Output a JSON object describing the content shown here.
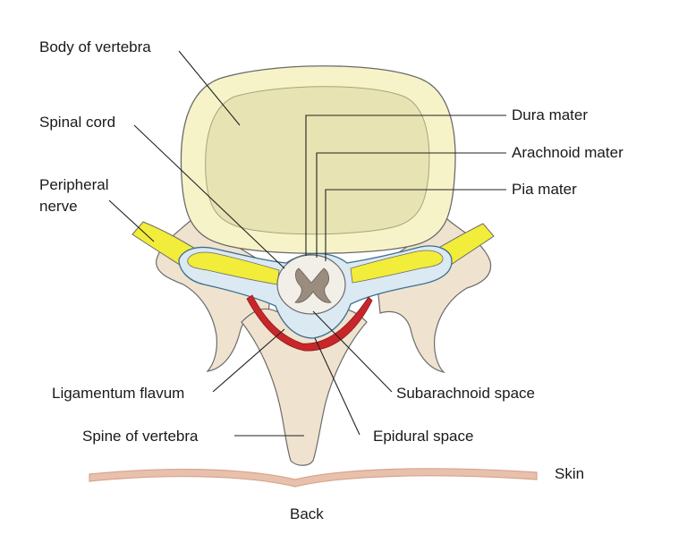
{
  "labels": {
    "body_of_vertebra": "Body of vertebra",
    "spinal_cord": "Spinal cord",
    "peripheral_nerve_line1": "Peripheral",
    "peripheral_nerve_line2": "nerve",
    "dura_mater": "Dura mater",
    "arachnoid_mater": "Arachnoid mater",
    "pia_mater": "Pia mater",
    "ligamentum_flavum": "Ligamentum flavum",
    "subarachnoid_space": "Subarachnoid space",
    "spine_of_vertebra": "Spine of vertebra",
    "epidural_space": "Epidural space",
    "skin": "Skin",
    "back": "Back"
  },
  "colors": {
    "vertebral_body_rim": "#f6f3c8",
    "vertebral_body_core": "#e8e3b2",
    "bone": "#efe3cf",
    "nerve": "#f2ec3a",
    "cord": "#f1efe8",
    "grey_matter": "#9a8c7e",
    "ligamentum_flavum": "#c8262a",
    "csf_space": "#dbe9f3",
    "skin": "#d9a28a",
    "outline": "#6b6b6b"
  }
}
